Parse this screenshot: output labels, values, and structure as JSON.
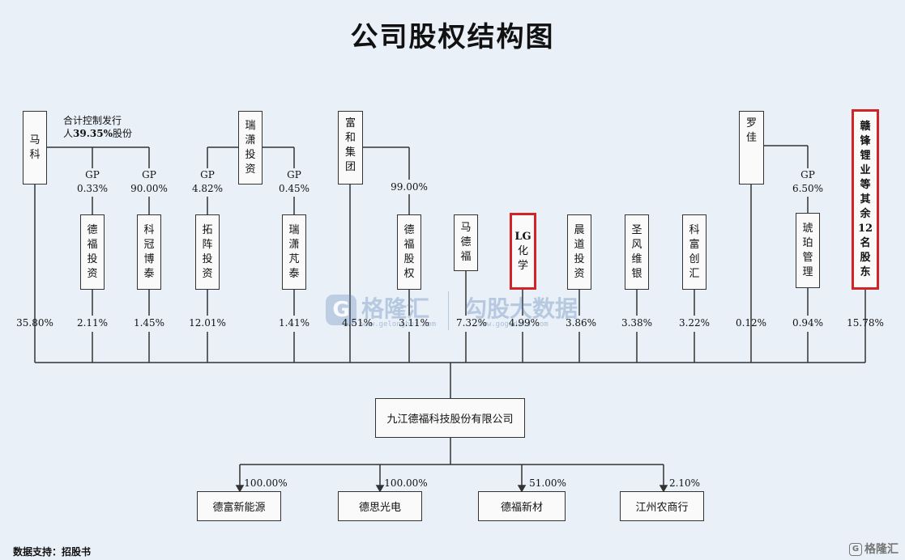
{
  "title": "公司股权结构图",
  "note": {
    "line1": "合计控制发行",
    "line2_pre": "人",
    "line2_bold": "39.35%",
    "line2_post": "股份"
  },
  "top_entities": {
    "mage": "马科",
    "ruixiao": "瑞潇投资",
    "fuhe": "富和集团",
    "luojia": "罗佳",
    "ganfeng": "赣锋锂业等其余12名股东"
  },
  "gp_labels": {
    "defu_touzi": [
      "GP",
      "0.33%"
    ],
    "keguan": [
      "GP",
      "90.00%"
    ],
    "tuozhen": [
      "GP",
      "4.82%"
    ],
    "ruixiao_qiantai": [
      "GP",
      "0.45%"
    ],
    "defu_guquan": [
      "",
      "99.00%"
    ],
    "hupo": [
      "GP",
      "6.50%"
    ]
  },
  "shareholders": [
    {
      "name": "马科",
      "pct": "35.80%"
    },
    {
      "name": "德福投资",
      "pct": "2.11%"
    },
    {
      "name": "科冠博泰",
      "pct": "1.45%"
    },
    {
      "name": "拓阵投资",
      "pct": "12.01%"
    },
    {
      "name": "瑞潇芃泰",
      "pct": "1.41%"
    },
    {
      "name": "富和集团",
      "pct": "4.51%"
    },
    {
      "name": "德福股权",
      "pct": "3.11%"
    },
    {
      "name": "马德福",
      "pct": "7.32%"
    },
    {
      "name": "LG化学",
      "pct": "4.99%"
    },
    {
      "name": "晨道投资",
      "pct": "3.86%"
    },
    {
      "name": "圣风维银",
      "pct": "3.38%"
    },
    {
      "name": "科富创汇",
      "pct": "3.22%"
    },
    {
      "name": "罗佳",
      "pct": "0.12%"
    },
    {
      "name": "琥珀管理",
      "pct": "0.94%"
    },
    {
      "name": "赣锋锂业等其余12名股东",
      "pct": "15.78%"
    }
  ],
  "company": "九江德福科技股份有限公司",
  "subsidiaries": [
    {
      "name": "德富新能源",
      "pct": "100.00%"
    },
    {
      "name": "德思光电",
      "pct": "100.00%"
    },
    {
      "name": "德福新材",
      "pct": "51.00%"
    },
    {
      "name": "江州农商行",
      "pct": "2.10%"
    }
  ],
  "source": "数据支持：招股书",
  "watermark": {
    "brand": "格隆汇",
    "text": "勾股大数据",
    "url": "www.gogudata.com",
    "url_left": "www.gelonghui.com"
  },
  "corner_brand": "格隆汇",
  "colors": {
    "background": "#e9f0f8",
    "highlight": "#d22424"
  }
}
